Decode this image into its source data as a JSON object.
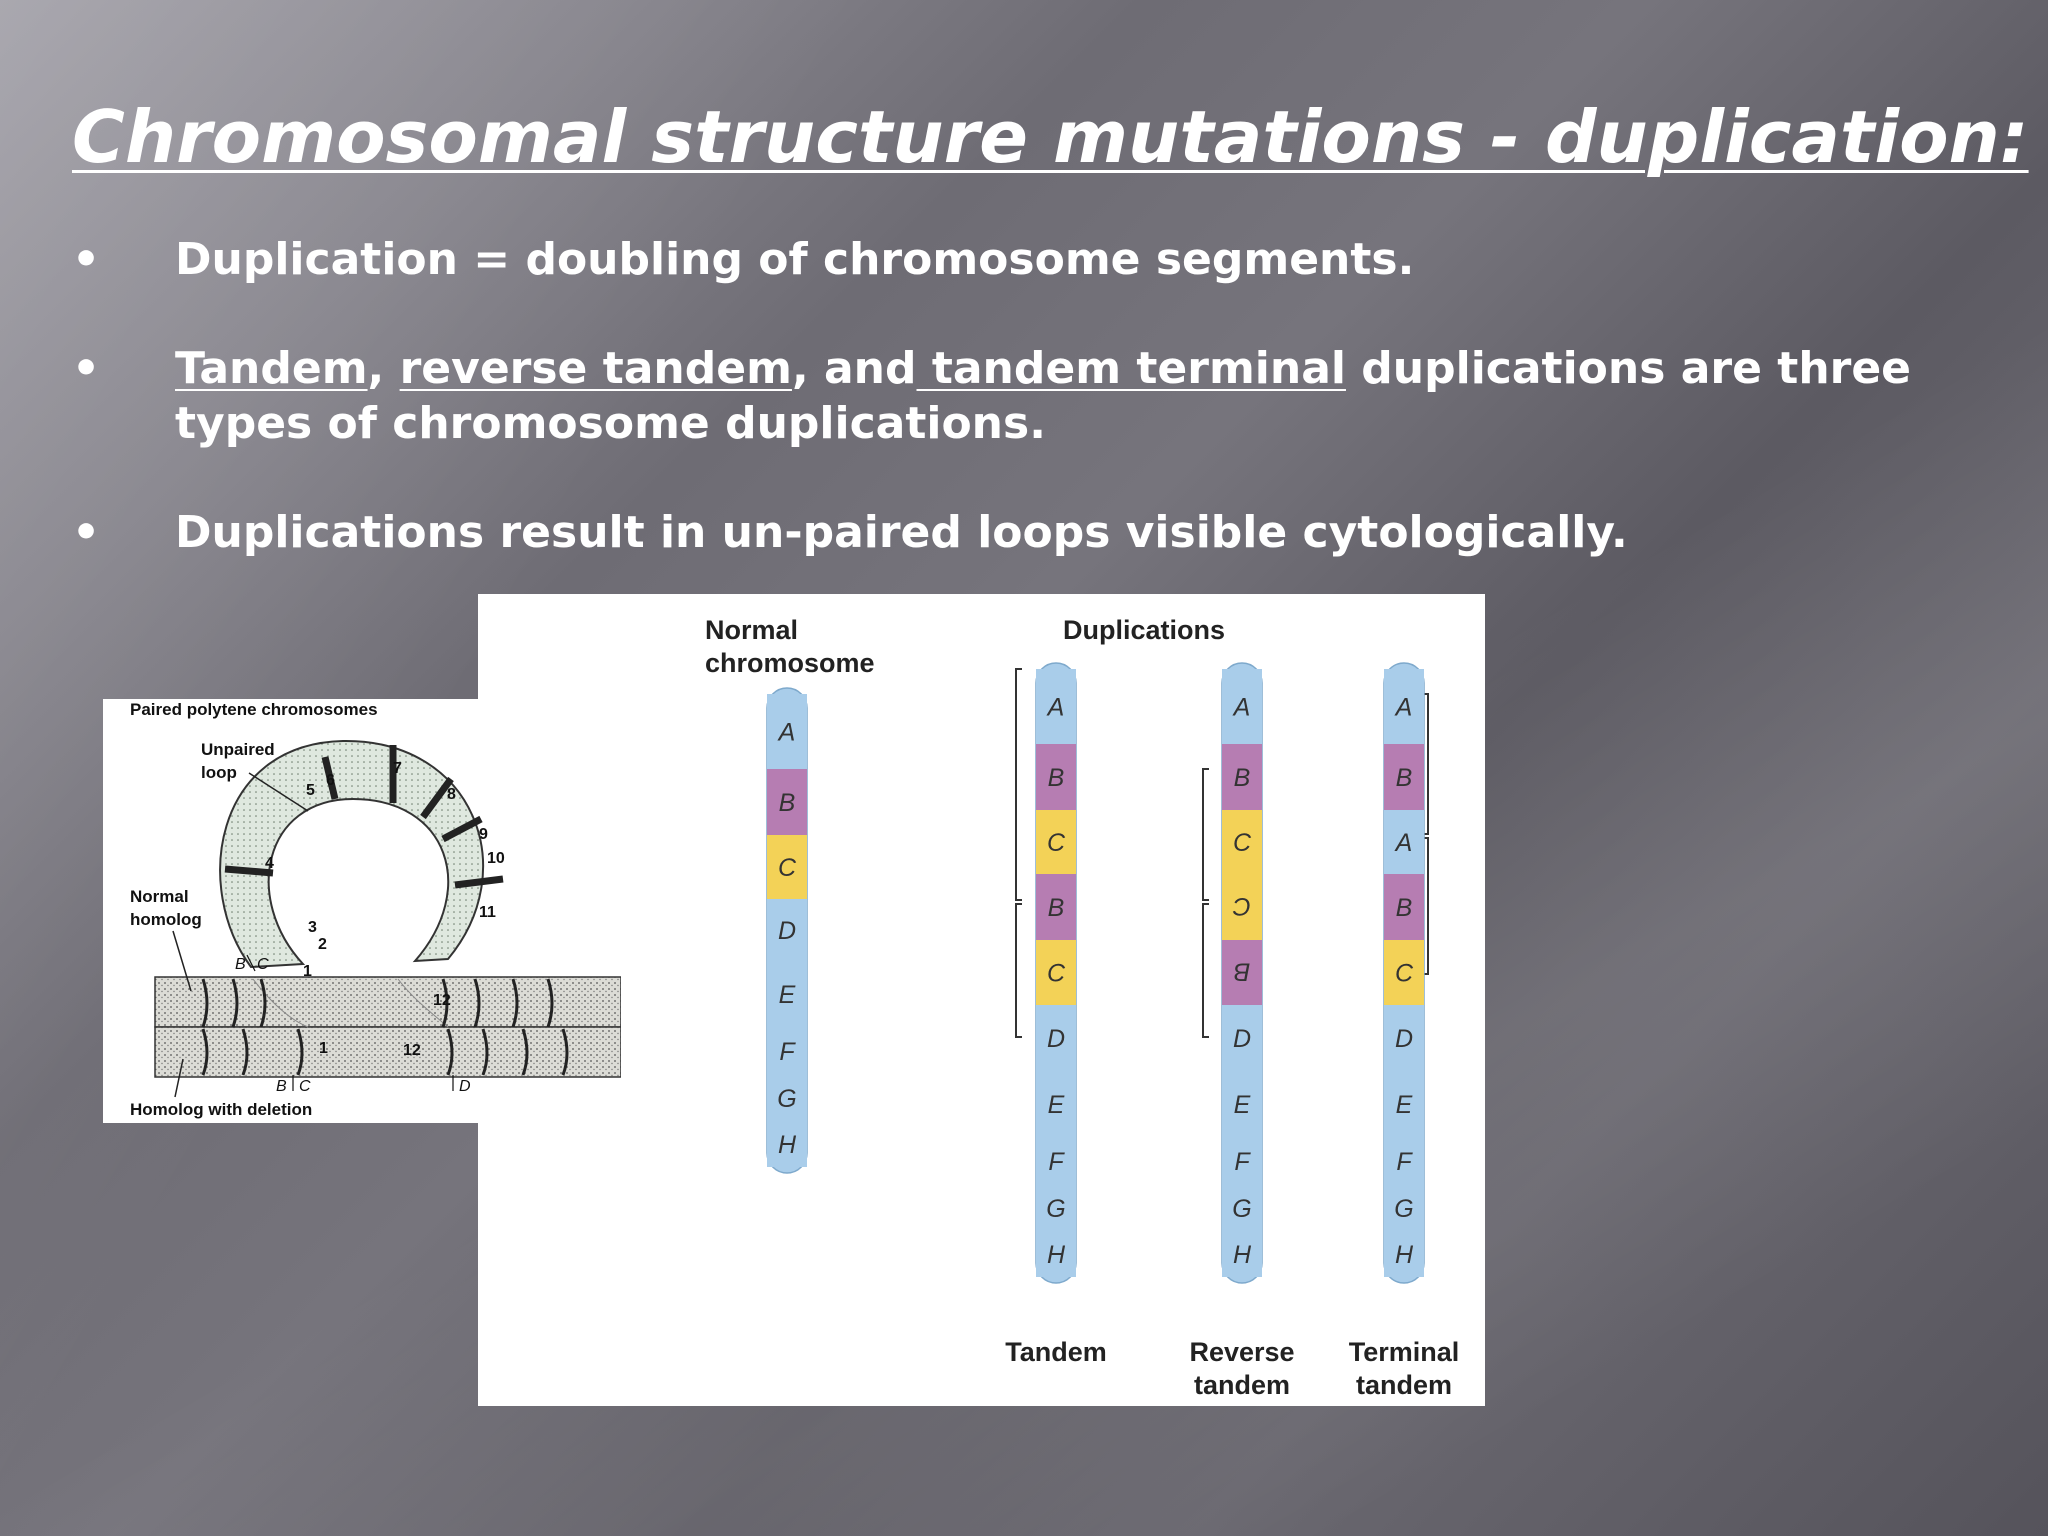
{
  "slide": {
    "title": "Chromosomal structure mutations - duplication:",
    "bullet_symbol": "•",
    "bullet1": "Duplication = doubling of chromosome segments.",
    "bullet2": {
      "tandem": "Tandem",
      "sep1": ", ",
      "reverse_tandem": "reverse tandem",
      "sep2": ", and",
      "tandem_terminal": " tandem terminal",
      "rest": " duplications are three types of chromosome duplications."
    },
    "bullet3": "Duplications result in un-paired loops visible cytologically."
  },
  "polytene_figure": {
    "title": "Paired polytene chromosomes",
    "unpaired_loop": [
      "Unpaired",
      "loop"
    ],
    "normal_homolog": [
      "Normal",
      "homolog"
    ],
    "homolog_with_deletion": "Homolog with deletion",
    "band_numbers": [
      "1",
      "2",
      "3",
      "4",
      "5",
      "6",
      "7",
      "8",
      "9",
      "10",
      "11",
      "12"
    ],
    "top_marker": [
      "B",
      "C"
    ],
    "bottom_marker": [
      "B",
      "C"
    ],
    "d_marker": "D"
  },
  "duplication_figure": {
    "normal_heading": [
      "Normal",
      "chromosome"
    ],
    "duplications_heading": "Duplications",
    "normal_segments": [
      "A",
      "B",
      "C",
      "D",
      "E",
      "F",
      "G",
      "H"
    ],
    "tandem_segments": [
      "A",
      "B",
      "C",
      "B",
      "C",
      "D",
      "E",
      "F",
      "G",
      "H"
    ],
    "reverse_tandem_segments": [
      "A",
      "B",
      "C",
      "C",
      "B",
      "D",
      "E",
      "F",
      "G",
      "H"
    ],
    "terminal_tandem_segments": [
      "A",
      "B",
      "A",
      "B",
      "C",
      "D",
      "E",
      "F",
      "G",
      "H"
    ],
    "tandem_label": "Tandem",
    "reverse_tandem_label": [
      "Reverse",
      "tandem"
    ],
    "terminal_tandem_label": [
      "Terminal",
      "tandem"
    ],
    "segment_colors": {
      "A": "#a9cdea",
      "B": "#b67db2",
      "C": "#f3d257",
      "D": "#a9cdea",
      "E": "#a9cdea",
      "F": "#a9cdea",
      "G": "#a9cdea",
      "H": "#a9cdea"
    }
  }
}
